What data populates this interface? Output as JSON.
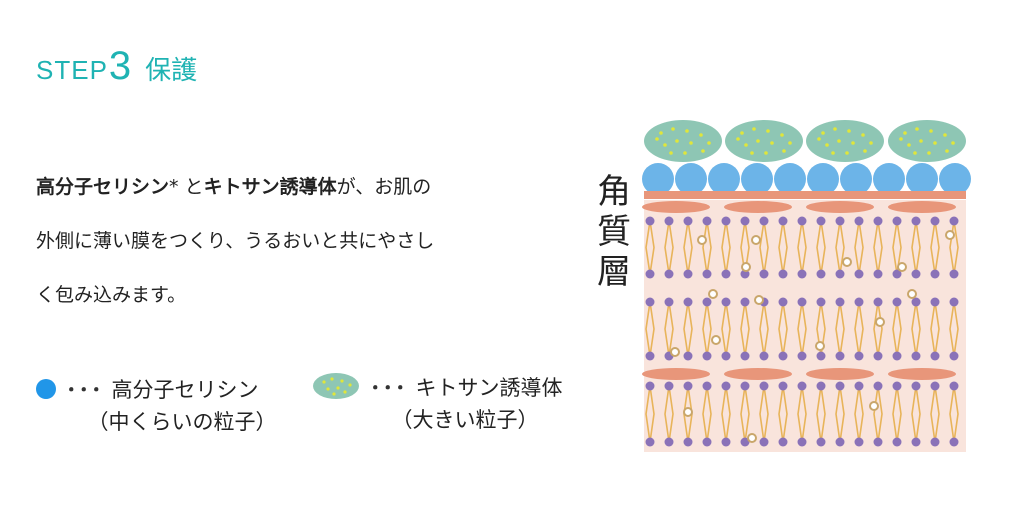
{
  "step": {
    "word": "STEP",
    "number": "3",
    "label": "保護"
  },
  "body": {
    "line1": {
      "bold1": "高分子セリシン",
      "asterisk": "*",
      "mid": " と",
      "bold2": "キトサン誘導体",
      "rest": "が、お肌の"
    },
    "line2": "外側に薄い膜をつくり、うるおいと共にやさし",
    "line3": "く包み込みます。"
  },
  "legend": {
    "dots": "･･･",
    "sericin": {
      "name": "高分子セリシン",
      "note": "（中くらいの粒子）"
    },
    "chitosan": {
      "name": "キトサン誘導体",
      "note": "（大きい粒子）"
    }
  },
  "diagram": {
    "label_chars": [
      "角",
      "質",
      "層"
    ],
    "colors": {
      "blue_particle": "#2196e8",
      "large_particle": "#8ec6b4",
      "large_particle_dots": "#e0e63a",
      "medium_particle": "#6cb4e8",
      "pink_band": "#e8967a",
      "background": "#f9e4dc",
      "lipid_head": "#8a72b8",
      "lipid_tail": "#e8b45a",
      "small_particle_ring": "#c9a66b"
    }
  }
}
